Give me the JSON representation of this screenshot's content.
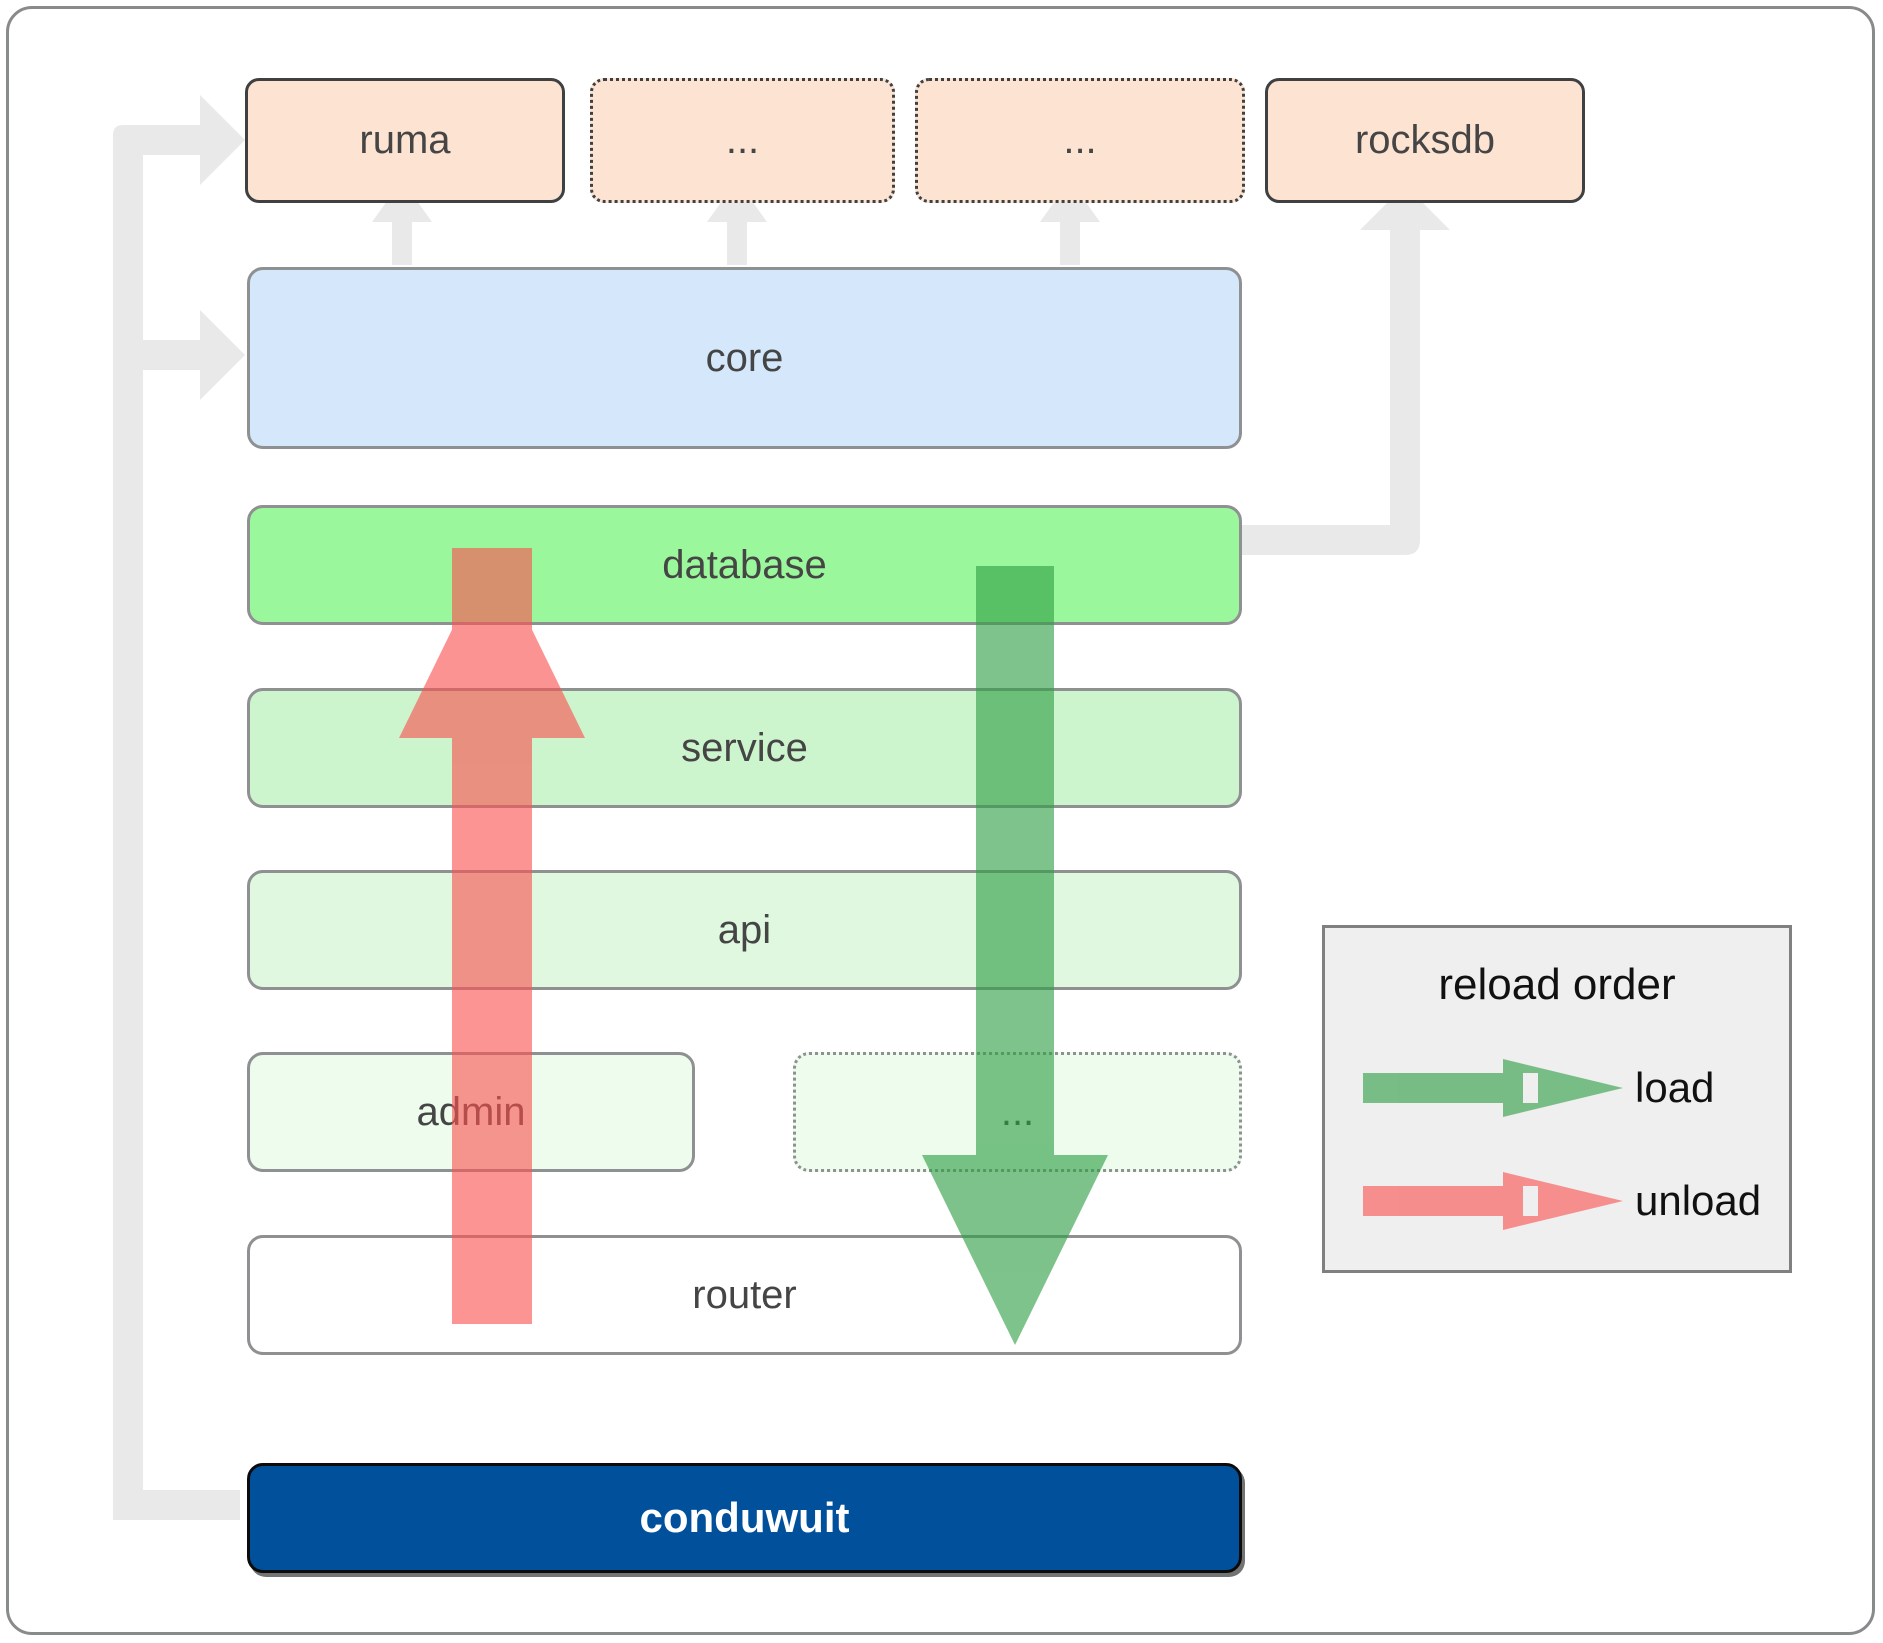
{
  "diagram": {
    "title": "conduwuit crate / reload architecture",
    "background": "#ffffff",
    "frame_border_color": "#888a8c"
  },
  "dependencies": {
    "items": [
      {
        "label": "ruma",
        "style": "solid",
        "fill": "#fde3d2"
      },
      {
        "label": "...",
        "style": "dotted",
        "fill": "#fde3d2"
      },
      {
        "label": "...",
        "style": "dotted",
        "fill": "#fde3d2"
      },
      {
        "label": "rocksdb",
        "style": "solid",
        "fill": "#fde3d2"
      }
    ]
  },
  "core": {
    "label": "core",
    "fill": "#d4e7fb"
  },
  "layers": [
    {
      "label": "database",
      "fill": "#9bf79b",
      "style": "solid"
    },
    {
      "label": "service",
      "fill": "#cdf5cd",
      "style": "solid"
    },
    {
      "label": "api",
      "fill": "#e0f8e0",
      "style": "solid"
    },
    {
      "label": "admin",
      "fill": "#edfced",
      "style": "solid"
    },
    {
      "label": "...",
      "fill": "#edfced",
      "style": "dotted"
    },
    {
      "label": "router",
      "fill": "#ffffff",
      "style": "solid"
    }
  ],
  "root": {
    "label": "conduwuit",
    "fill": "#01509c",
    "text_color": "#ffffff"
  },
  "legend": {
    "title": "reload order",
    "entries": [
      {
        "label": "load",
        "color": "#5cb85c",
        "direction": "down"
      },
      {
        "label": "unload",
        "color": "#f98a8a",
        "direction": "up"
      }
    ]
  },
  "arrows": {
    "load_color": "#5cb85c",
    "unload_color": "#f98a8a",
    "dependency_color": "#e9e9e9"
  }
}
